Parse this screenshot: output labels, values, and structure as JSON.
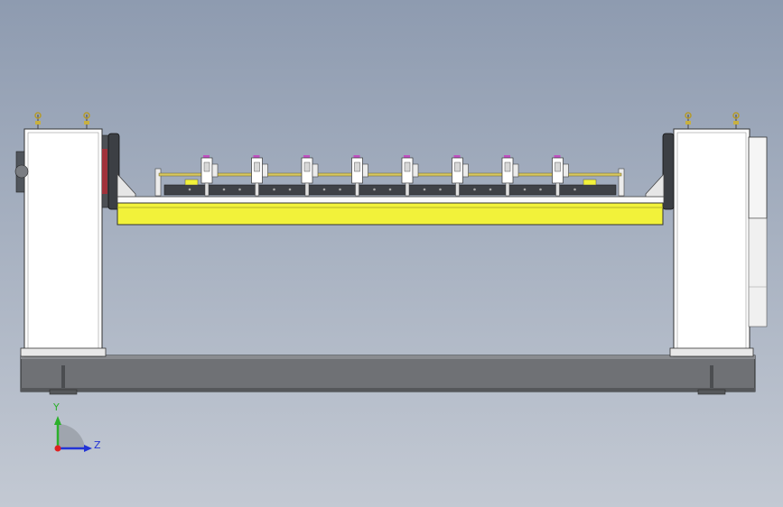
{
  "viewport": {
    "background_top": "#8e9bb0",
    "background_bottom": "#c3c9d3"
  },
  "model": {
    "frame_color": "#6f7175",
    "pillar_color": "#ffffff",
    "fixture_plate_color": "#f2f23a",
    "motor_color": "#f5f5f5",
    "flange_color": "#a0313a",
    "clamp_count": 8,
    "clamp_accent_color": "#c050c0"
  },
  "triad": {
    "y_label": "Y",
    "z_label": "Z",
    "y_axis_color": "#2bb02b",
    "z_axis_color": "#2233d6",
    "origin_color": "#e02020"
  }
}
